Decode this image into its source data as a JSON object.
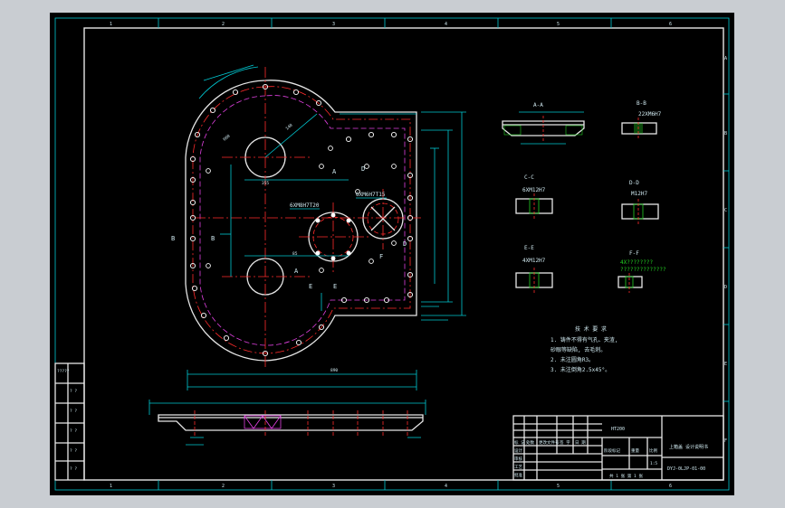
{
  "frame": {
    "column_numbers": [
      "1",
      "2",
      "3",
      "4",
      "5",
      "6"
    ],
    "row_letters": [
      "A",
      "B",
      "C",
      "D",
      "E",
      "F"
    ]
  },
  "plan_view": {
    "hole_labels_left": [
      "6XM8H7T20",
      "6XM6H7T15"
    ],
    "section_marks": [
      "B",
      "B",
      "A",
      "A",
      "D",
      "D",
      "E",
      "E",
      "F"
    ],
    "dim_labels": [
      "355",
      "R60",
      "85",
      "890",
      "140"
    ]
  },
  "sections": {
    "aa": {
      "title": "A-A"
    },
    "bb": {
      "title": "B-B",
      "note": "22XM6H7"
    },
    "cc": {
      "title": "C-C",
      "note": "6XM12H7"
    },
    "dd": {
      "title": "D-D",
      "note": "M12H7"
    },
    "ee": {
      "title": "E-E",
      "note": "4XM12H7"
    },
    "ff": {
      "title": "F-F",
      "note1": "4X????????",
      "note2": "??????????????"
    }
  },
  "tech_req": {
    "title": "技 术 要 求",
    "lines": [
      "1. 铸件不得有气孔、夹渣,",
      "   砂眼等缺陷, 去毛刺。",
      "2. 未注圆角R3。",
      "3. 未注倒角2.5x45°。"
    ]
  },
  "left_block": [
    "?????",
    "? ?",
    "? ?",
    "? ?",
    "? ?",
    "? ?"
  ],
  "title_block": {
    "material": "HT200",
    "part_name": "上箱盖 设计说明书",
    "drawing_no": "DYJ-0LJP-01-00",
    "sign_row": [
      "标 记",
      "处数",
      "更改文件号",
      "签 字",
      "日 期"
    ],
    "scale_row": [
      "阶段标记",
      "重量",
      "比例"
    ],
    "scale": "1:5",
    "sheet": "共 1 张  第 1 张",
    "role_labels": [
      "设计",
      "审核",
      "工艺",
      "批准"
    ]
  }
}
